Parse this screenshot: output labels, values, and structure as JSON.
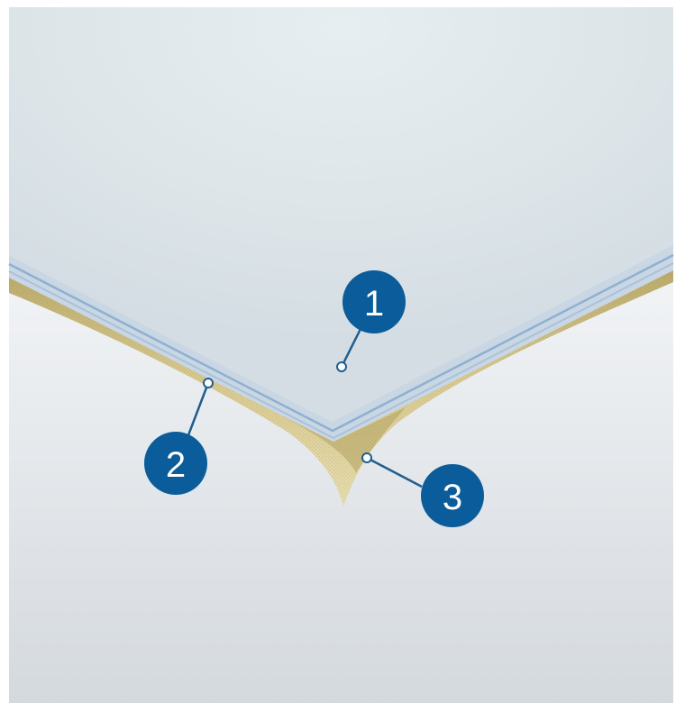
{
  "colors": {
    "top_sheet": "#dfe6ea",
    "edge_light": "#c9d6e3",
    "edge_line": "#8fb0d0",
    "core_material": "#d9ca8f",
    "core_shadow": "#b8a764",
    "background_top": "#fbfcfd",
    "background_bottom": "#d4d9de",
    "callout_fill": "#0b5c9a",
    "callout_line": "#1f5e8f"
  },
  "callouts": [
    {
      "label": "1",
      "target": "top-layer"
    },
    {
      "label": "2",
      "target": "edge-layer"
    },
    {
      "label": "3",
      "target": "core-layer"
    }
  ]
}
